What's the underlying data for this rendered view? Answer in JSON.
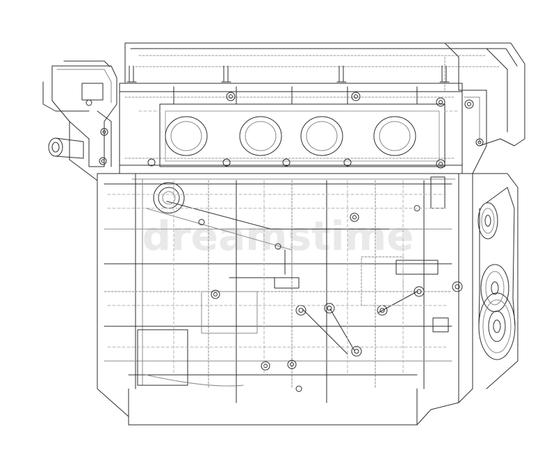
{
  "image": {
    "subject": "engine-block-wireframe",
    "colors": {
      "background": "#ffffff",
      "line": "#2b2b2b",
      "hidden_line": "#8a8a8a",
      "watermark": "#d9d9d9"
    }
  },
  "watermark": {
    "text": "dreamstime"
  },
  "parts": {
    "intake_port_count": 4,
    "pulley_count": 3
  }
}
